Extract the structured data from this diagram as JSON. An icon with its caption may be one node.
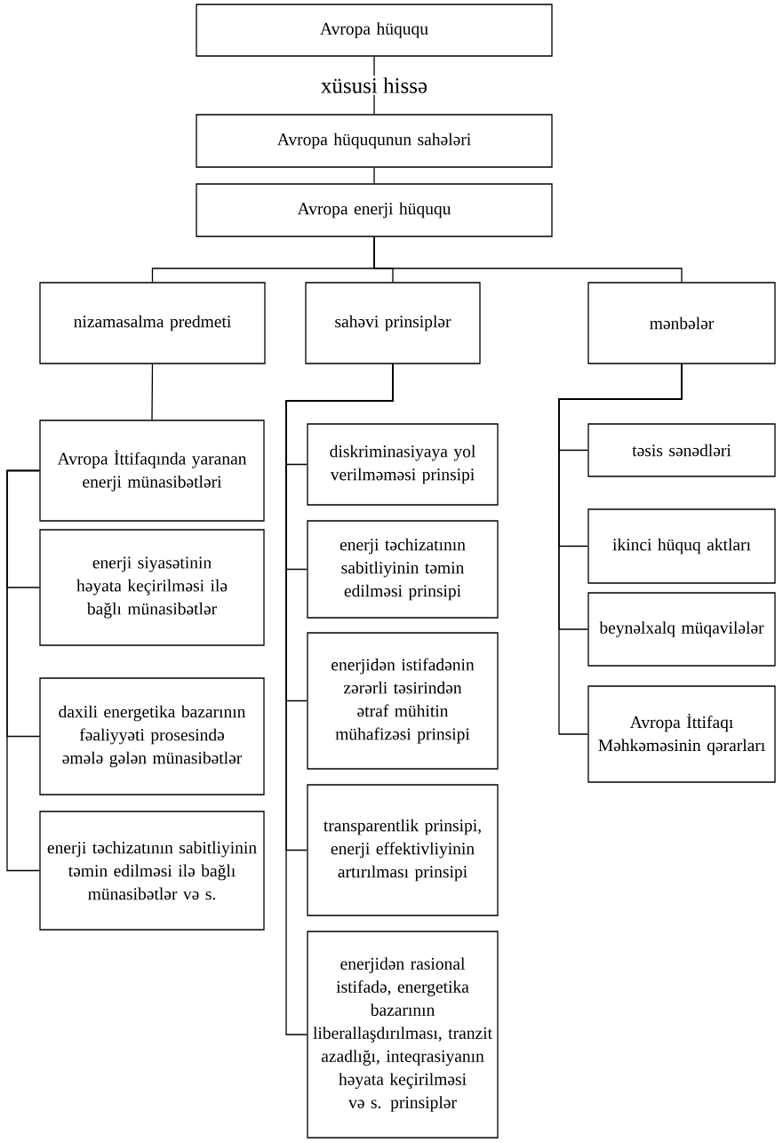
{
  "diagram": {
    "nodes": [
      {
        "text": [
          "Avropa hüququ"
        ]
      },
      {
        "text": [
          "Avropa hüququnun sahələri"
        ]
      },
      {
        "text": [
          "Avropa enerji hüququ"
        ]
      },
      {
        "text": [
          "nizamasalma predmeti"
        ]
      },
      {
        "text": [
          "sahəvi prinsiplər"
        ]
      },
      {
        "text": [
          "mənbələr"
        ]
      },
      {
        "text": [
          "Avropa İttifaqında yaranan enerji münasibətləri"
        ]
      },
      {
        "text": [
          "enerji siyasətinin həyata keçirilməsi ilə bağlı münasibətlər"
        ]
      },
      {
        "text": [
          "daxili energetika bazarının fəaliyyəti prosesində əmələ gələn münasibətlər"
        ]
      },
      {
        "text": [
          "enerji təchizatının sabitliyinin təmin edilməsi ilə bağlı münasibətlər və s."
        ]
      },
      {
        "text": [
          "diskriminasiyaya yol verilməməsi prinsipi"
        ]
      },
      {
        "text": [
          "enerji təchizatının sabitliyinin təmin edilməsi prinsipi"
        ]
      },
      {
        "text": [
          "enerjidən istifadənin zərərli təsirindən ətraf mühitin mühafizəsi prinsipi"
        ]
      },
      {
        "text": [
          "transparentlik prinsipi, enerji effektivliyinin artırılması prinsipi"
        ]
      },
      {
        "text": [
          "enerjidən rasional istifadə, energetika bazarının liberallaşdırılması, tranzit azadlığı, inteqrasiyanın həyata keçirilməsi və s. prinsiplər"
        ]
      },
      {
        "text": [
          "təsis sənədləri"
        ]
      },
      {
        "text": [
          "ikinci hüquq aktları"
        ]
      },
      {
        "text": [
          "beynəlxalq müqavilələr"
        ]
      },
      {
        "text": [
          "Avropa İttifaqı Məhkəməsinin qərarları"
        ]
      }
    ],
    "edges": [
      {
        "from": 0,
        "to": 1,
        "arrow": "none",
        "label": "xüsusi hissə"
      },
      {
        "from": 1,
        "to": 2,
        "arrow": "none"
      },
      {
        "from": 2,
        "to": 3,
        "arrow": "none"
      },
      {
        "from": 2,
        "to": 4,
        "arrow": "none"
      },
      {
        "from": 2,
        "to": 5,
        "arrow": "none"
      },
      {
        "from": 3,
        "to": 6,
        "arrow": "none"
      },
      {
        "from": 6,
        "to": 7,
        "arrow": "none"
      },
      {
        "from": 6,
        "to": 8,
        "arrow": "none"
      },
      {
        "from": 6,
        "to": 9,
        "arrow": "none"
      },
      {
        "from": 4,
        "to": 10,
        "arrow": "none"
      },
      {
        "from": 4,
        "to": 11,
        "arrow": "none"
      },
      {
        "from": 4,
        "to": 12,
        "arrow": "none"
      },
      {
        "from": 4,
        "to": 13,
        "arrow": "none"
      },
      {
        "from": 4,
        "to": 14,
        "arrow": "none"
      },
      {
        "from": 5,
        "to": 15,
        "arrow": "none"
      },
      {
        "from": 5,
        "to": 16,
        "arrow": "none"
      },
      {
        "from": 5,
        "to": 17,
        "arrow": "none"
      },
      {
        "from": 5,
        "to": 18,
        "arrow": "none"
      }
    ]
  }
}
